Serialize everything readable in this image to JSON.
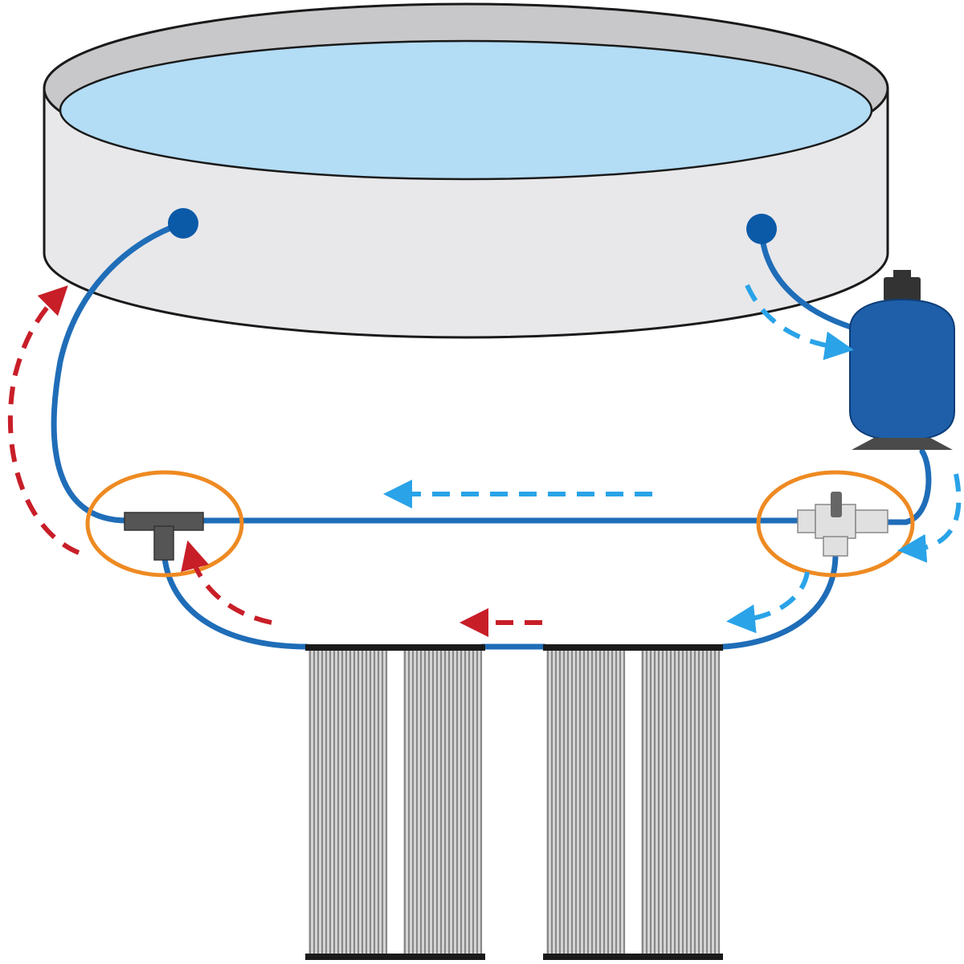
{
  "colors": {
    "background": "#ffffff",
    "pool_wall": "#e8e8ea",
    "pool_rim": "#c8c8ca",
    "water": "#b3dcf5",
    "outline": "#1a1a1a",
    "pipe": "#1f6db8",
    "pipe_joint": "#0b5aa8",
    "cold_flow": "#2aa3e8",
    "hot_flow": "#c81e28",
    "highlight_ring": "#ee8a22",
    "t_fitting": "#555555",
    "valve_body": "#e0e0e0",
    "valve_handle": "#666666",
    "filter_tank": "#1f5faa",
    "filter_base": "#4a4a4a",
    "panel_stripe": "#888888",
    "panel_bar": "#1a1a1a"
  },
  "components": {
    "pool": "above-ground-pool",
    "filter": "sand-filter-pump",
    "bypass_valve": "three-way-valve",
    "tee": "t-connector",
    "collectors": 2
  },
  "flow_legend": {
    "cold_water_color": "#2aa3e8",
    "hot_water_color": "#c81e28"
  }
}
